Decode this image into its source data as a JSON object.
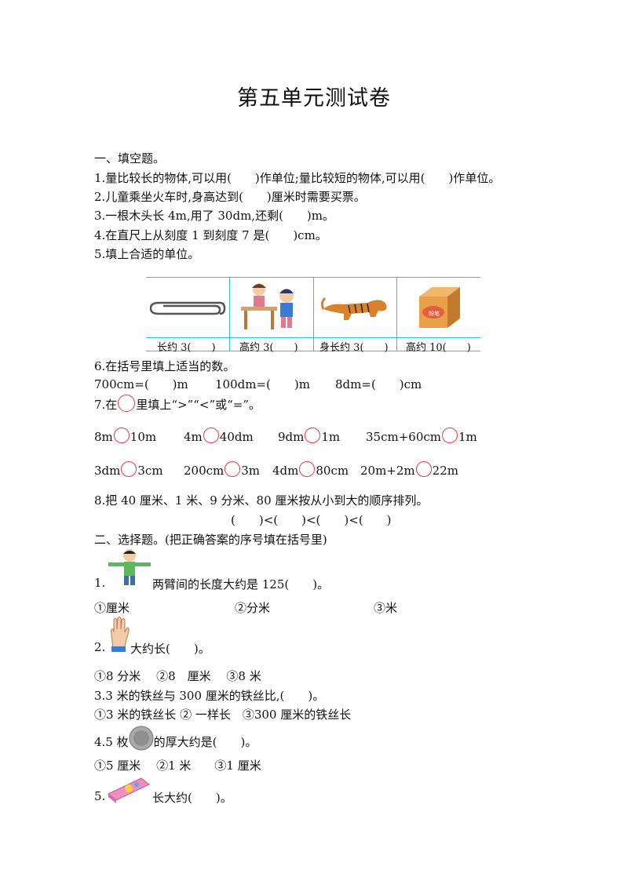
{
  "title": "第五单元测试卷",
  "section1": {
    "heading": "一、填空题。",
    "q1": "1.量比较长的物体,可以用(　　)作单位;量比较短的物体,可以用(　　)作单位。",
    "q2": "2.儿童乘坐火车时,身高达到(　　)厘米时需要买票。",
    "q3": "3.一根木头长 4m,用了 30dm,还剩(　　)m。",
    "q4": "4.在直尺上从刻度 1 到刻度 7 是(　　)cm。",
    "q5": "5.填上合适的单位。",
    "table": {
      "cells": [
        "长约 3(　　)",
        "高约 3(　　)",
        "身长约 3(　　)",
        "高约 10(　　)"
      ],
      "box_text": "粉笔"
    },
    "q6": "6.在括号里填上适当的数。",
    "q6_items": [
      "700cm=(　　)m",
      "100dm=(　　)m",
      "8dm=(　　)cm"
    ],
    "q7_pre": "7.在",
    "q7_post": "里填上“>”“<”或“=”。",
    "q7_row1": [
      [
        "8m",
        "10m"
      ],
      [
        "4m",
        "40dm"
      ],
      [
        "9dm",
        "1m"
      ],
      [
        "35cm+60cm",
        "1m"
      ]
    ],
    "q7_row2": [
      [
        "3dm",
        "3cm"
      ],
      [
        "200cm",
        "3m"
      ],
      [
        "4dm",
        "80cm"
      ],
      [
        "20m+2m",
        "22m"
      ]
    ],
    "q8": "8.把 40 厘米、1 米、9 分米、80 厘米按从小到大的顺序排列。",
    "q8_blank": "(　　)<(　　)<(　　)<(　　)"
  },
  "section2": {
    "heading": "二、选择题。(把正确答案的序号填在括号里)",
    "q1_num": "1.",
    "q1_text": "两臂间的长度大约是 125(　　)。",
    "q1_opts": [
      "①厘米",
      "②分米",
      "③米"
    ],
    "q2_num": "2.",
    "q2_text": "大约长(　　)。",
    "q2_opts": "①8 分米　 ②8　厘米　 ③8 米",
    "q3": "3.3 米的铁丝与 300 厘米的铁丝比,(　　)。",
    "q3_opts": "①3 米的铁丝长 ② 一样长　③300 厘米的铁丝长",
    "q4_pre": "4.5 枚",
    "q4_post": "的厚大约是(　　)。",
    "q4_opts": "①5 厘米　 ②1 米　　③1 厘米",
    "q5_num": "5.",
    "q5_text": "长大约(　　)。"
  },
  "colors": {
    "grid": "#34b8e6",
    "circle": "#e63946"
  }
}
